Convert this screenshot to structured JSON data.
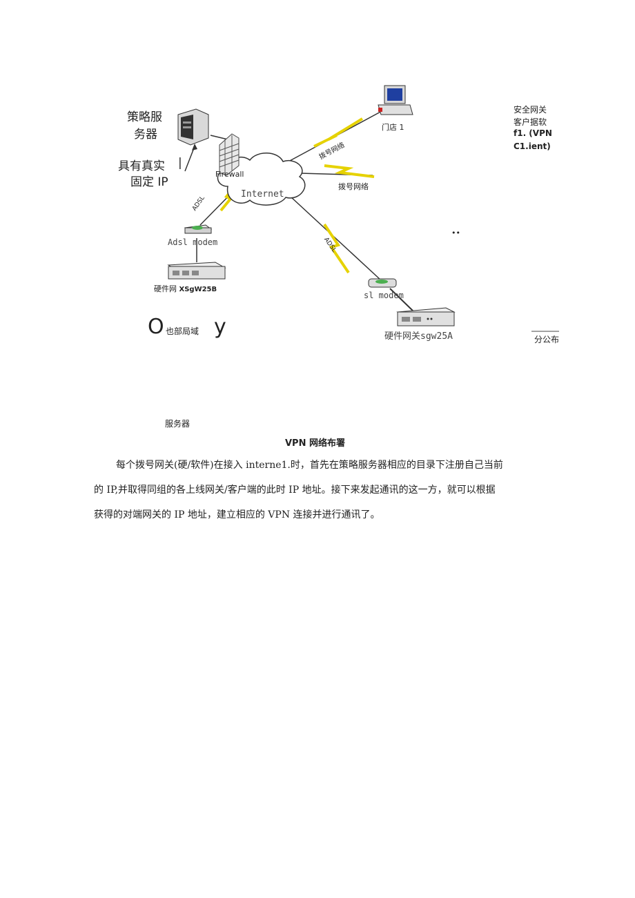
{
  "diagram": {
    "policy_server": [
      "策略服",
      "务器"
    ],
    "real_ip": [
      "具有真实",
      "固定 IP"
    ],
    "real_ip_mark": "|",
    "firewall": "Firewall",
    "internet": "Internet",
    "adsl_left": "ADSL",
    "adsl_right": "ADSL",
    "adsl_modem_left": "Adsl modem",
    "hw_gateway_left": "硬件网",
    "hw_gateway_left_model": "XSgW25B",
    "store1": "门店 1",
    "dialup_top": "拨号网络",
    "dialup_mid": "拨号网络",
    "modem_right": "sl modem",
    "hw_gateway_right": "硬件网关",
    "hw_gateway_right_model": "sgw25A",
    "client_text": [
      "安全网关",
      "客户据软"
    ],
    "client_bold": [
      "f1. (VPN",
      "C1.ient)"
    ],
    "dots": "••",
    "hq_o": "O",
    "hq_text": "也部局域",
    "hq_y": "y",
    "branch": "分公布"
  },
  "server_label": "服务器",
  "caption": "VPN 网络布署",
  "paragraph": [
    "每个拨号网关(硬/软件)在接入 interne1.时，首先在策略服务器相应的目录下注册自己当前",
    "的 IP,并取得同组的各上线网关/客户端的此时 IP 地址。接下来发起通讯的这一方，就可以根据",
    "获得的对端网关的 IP 地址，建立相应的 VPN 连接并进行通讯了。"
  ]
}
